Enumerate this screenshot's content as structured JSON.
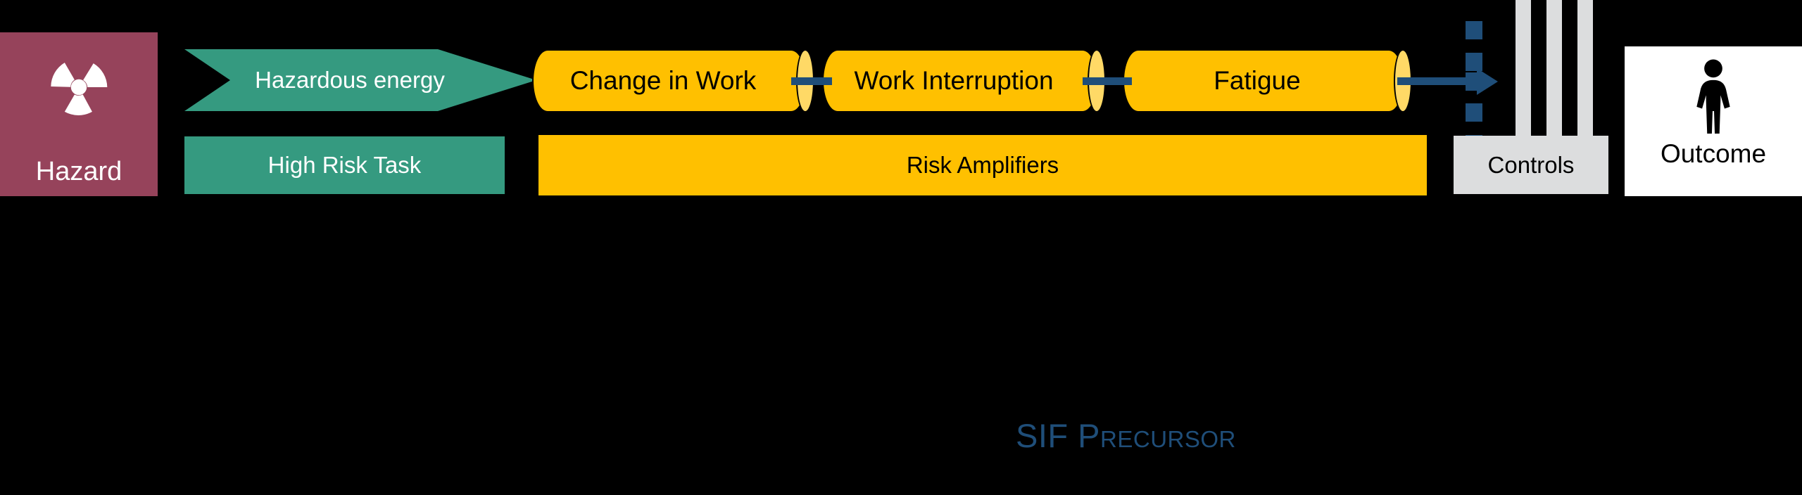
{
  "diagram": {
    "title": "SIF Precursor",
    "caption": "SIF Precursor",
    "caption_color": "#1F4E79",
    "background": "#000000"
  },
  "hazard": {
    "label": "Hazard",
    "icon": "radiation-trefoil-icon",
    "fill": "#96435B",
    "text_color": "#FFFFFF"
  },
  "pathway": {
    "chevron": {
      "label": "Hazardous energy",
      "fill": "#359A80",
      "text_color": "#FFFFFF"
    },
    "high_risk_task": {
      "label": "High Risk Task",
      "fill": "#359A80",
      "text_color": "#FFFFFF"
    }
  },
  "amplifiers": {
    "group_label": "Risk Amplifiers",
    "group_fill": "#FFC000",
    "cylinder_fill": "#FFC000",
    "cylinder_cap_fill": "#FFD966",
    "connector_color": "#1F4E79",
    "items": [
      {
        "label": "Change in Work"
      },
      {
        "label": "Work Interruption"
      },
      {
        "label": "Fatigue"
      }
    ]
  },
  "controls": {
    "label": "Controls",
    "fill": "#DCDDDE",
    "bar_count": 3,
    "barrier_dot_count": 5,
    "barrier_dot_color": "#1F4E79",
    "arrow_color": "#1F4E79"
  },
  "outcome": {
    "label": "Outcome",
    "icon": "person-pictogram-icon",
    "fill": "#FFFFFF",
    "text_color": "#000000"
  }
}
